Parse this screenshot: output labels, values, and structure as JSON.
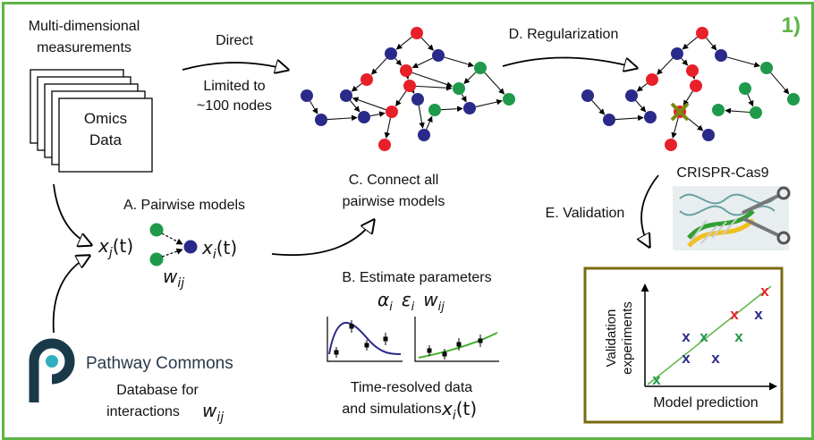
{
  "panel_number": "1)",
  "inputs": {
    "title_line1": "Multi-dimensional",
    "title_line2": "measurements",
    "stack_line1": "Omics",
    "stack_line2": "Data"
  },
  "direct": {
    "label": "Direct",
    "note_line1": "Limited to",
    "note_line2": "~100 nodes"
  },
  "regularization": {
    "label": "D. Regularization"
  },
  "connect": {
    "line1": "C. Connect all",
    "line2": "pairwise models"
  },
  "crispr": {
    "label": "CRISPR-Cas9"
  },
  "validation": {
    "label": "E. Validation"
  },
  "pairwise": {
    "title": "A. Pairwise models",
    "xj": "x",
    "xj_sub": "j",
    "xj_arg": "(t)",
    "xi": "x",
    "xi_sub": "i",
    "xi_arg": "(t)",
    "w": "w",
    "w_sub": "ij"
  },
  "estimate": {
    "title": "B. Estimate parameters",
    "alpha": "α",
    "alpha_sub": "i",
    "eps": "ε",
    "eps_sub": "i",
    "w": "w",
    "w_sub": "ij"
  },
  "timeseries": {
    "line1": "Time-resolved data",
    "line2": "and simulations",
    "x": "x",
    "x_sub": "i",
    "x_arg": "(t)"
  },
  "pathway": {
    "name": "Pathway Commons",
    "db_line1": "Database for",
    "db_line2": "interactions",
    "w": "w",
    "w_sub": "ij"
  },
  "scatter": {
    "ylabel_line1": "Validation",
    "ylabel_line2": "experiments",
    "xlabel": "Model prediction",
    "marker": "x"
  },
  "colors": {
    "frame": "#5db546",
    "node_red": "#e8202a",
    "node_blue": "#2a2a8a",
    "node_green": "#1e9a4a",
    "scatter_border": "#7a6a10",
    "sim_blue": "#2a2a8a",
    "sim_green": "#3fb02a"
  }
}
